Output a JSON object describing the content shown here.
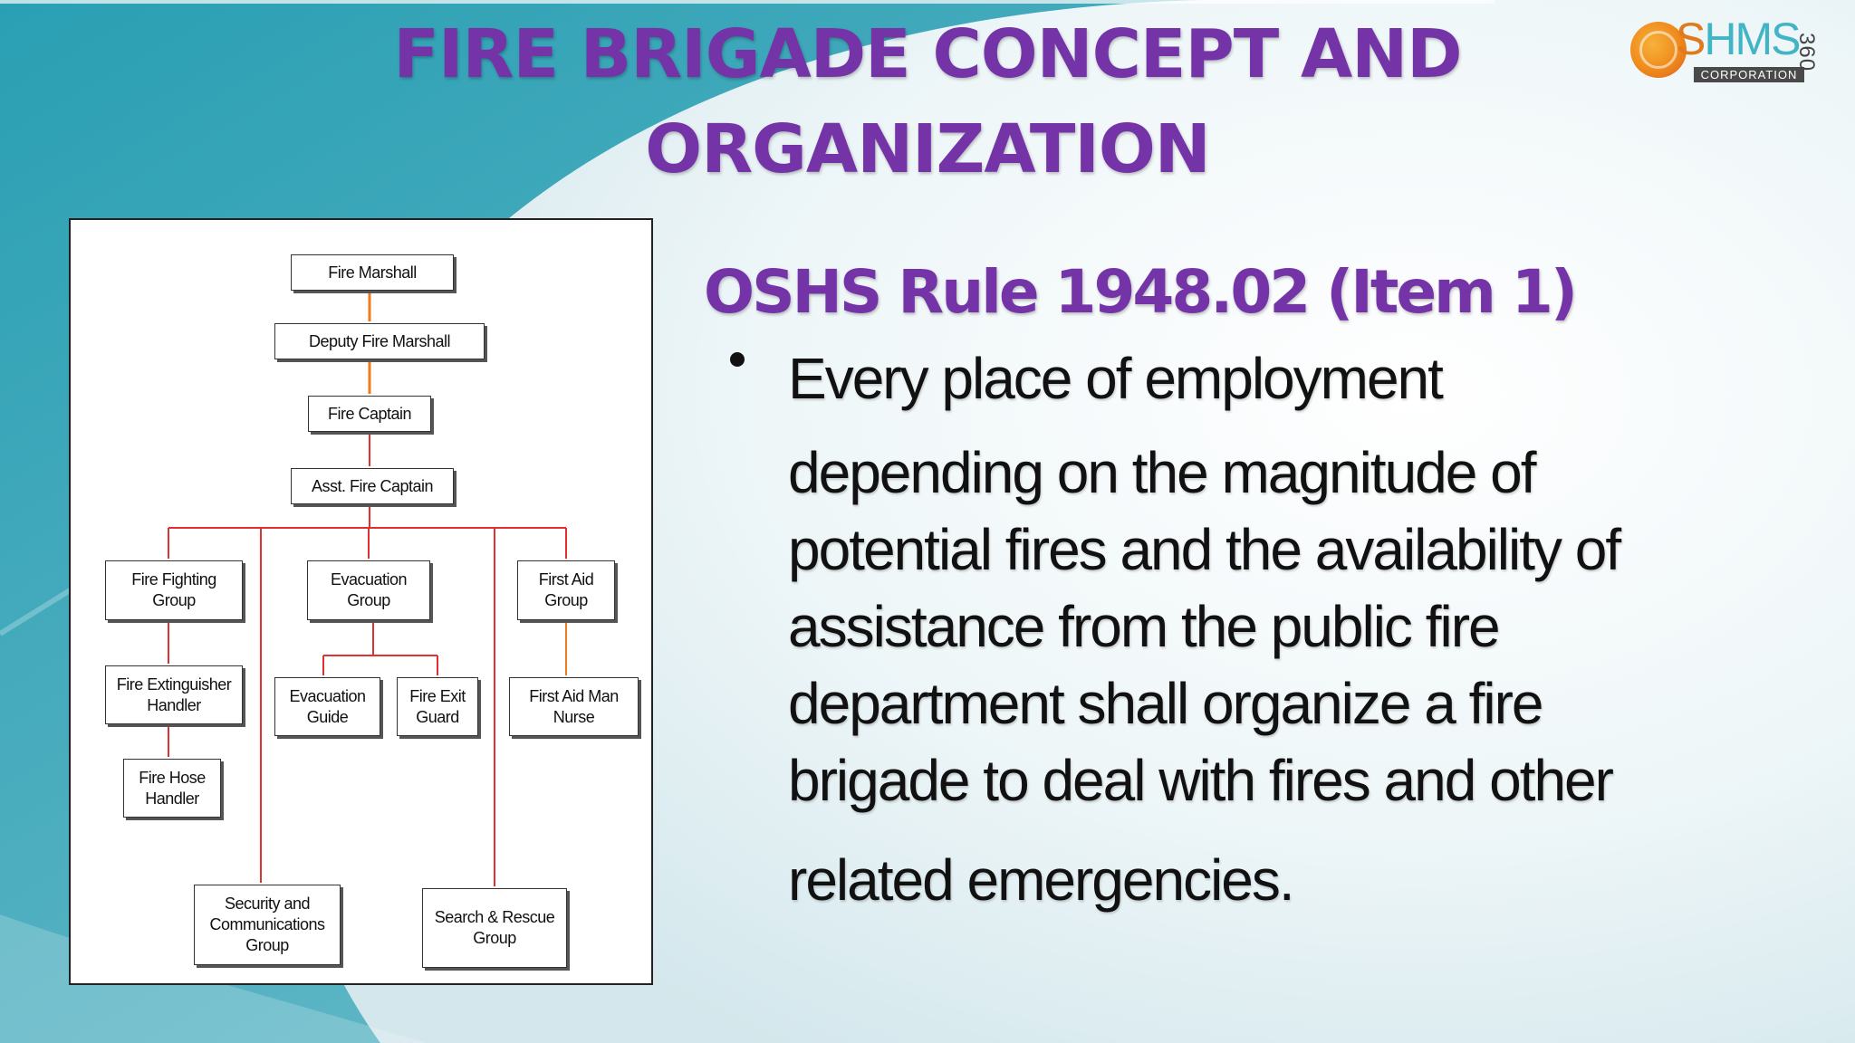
{
  "slide": {
    "title_line1": "FIRE BRIGADE CONCEPT AND",
    "title_line2": "ORGANIZATION",
    "colors": {
      "title": "#7434a8",
      "connector": "#e03030",
      "connector_top": "#ee7a1c",
      "text": "#111111"
    }
  },
  "logo": {
    "brand_s": "S",
    "brand_rest": "HMS",
    "corporation": "CORPORATION",
    "number": "360"
  },
  "org_chart": {
    "nodes": {
      "fire_marshall": "Fire Marshall",
      "deputy_fire_marshall": "Deputy Fire Marshall",
      "fire_captain": "Fire Captain",
      "asst_fire_captain": "Asst. Fire Captain",
      "fire_fighting_group": "Fire Fighting\nGroup",
      "evacuation_group": "Evacuation\nGroup",
      "first_aid_group": "First Aid\nGroup",
      "fire_extinguisher_handler": "Fire Extinguisher\nHandler",
      "evacuation_guide": "Evacuation\nGuide",
      "fire_exit_guard": "Fire Exit\nGuard",
      "first_aid_man_nurse": "First Aid Man\nNurse",
      "fire_hose_handler": "Fire Hose\nHandler",
      "security_communications_group": "Security and\nCommunications\nGroup",
      "search_rescue_group": "Search & Rescue\nGroup"
    }
  },
  "content": {
    "rule_heading": "OSHS Rule 1948.02 (Item 1)",
    "lines": [
      "Every place of employment",
      "depending on the magnitude of",
      "potential fires and the availability of",
      "assistance from the public fire",
      "department shall organize a fire",
      "brigade to deal with fires and other",
      "related emergencies."
    ]
  }
}
